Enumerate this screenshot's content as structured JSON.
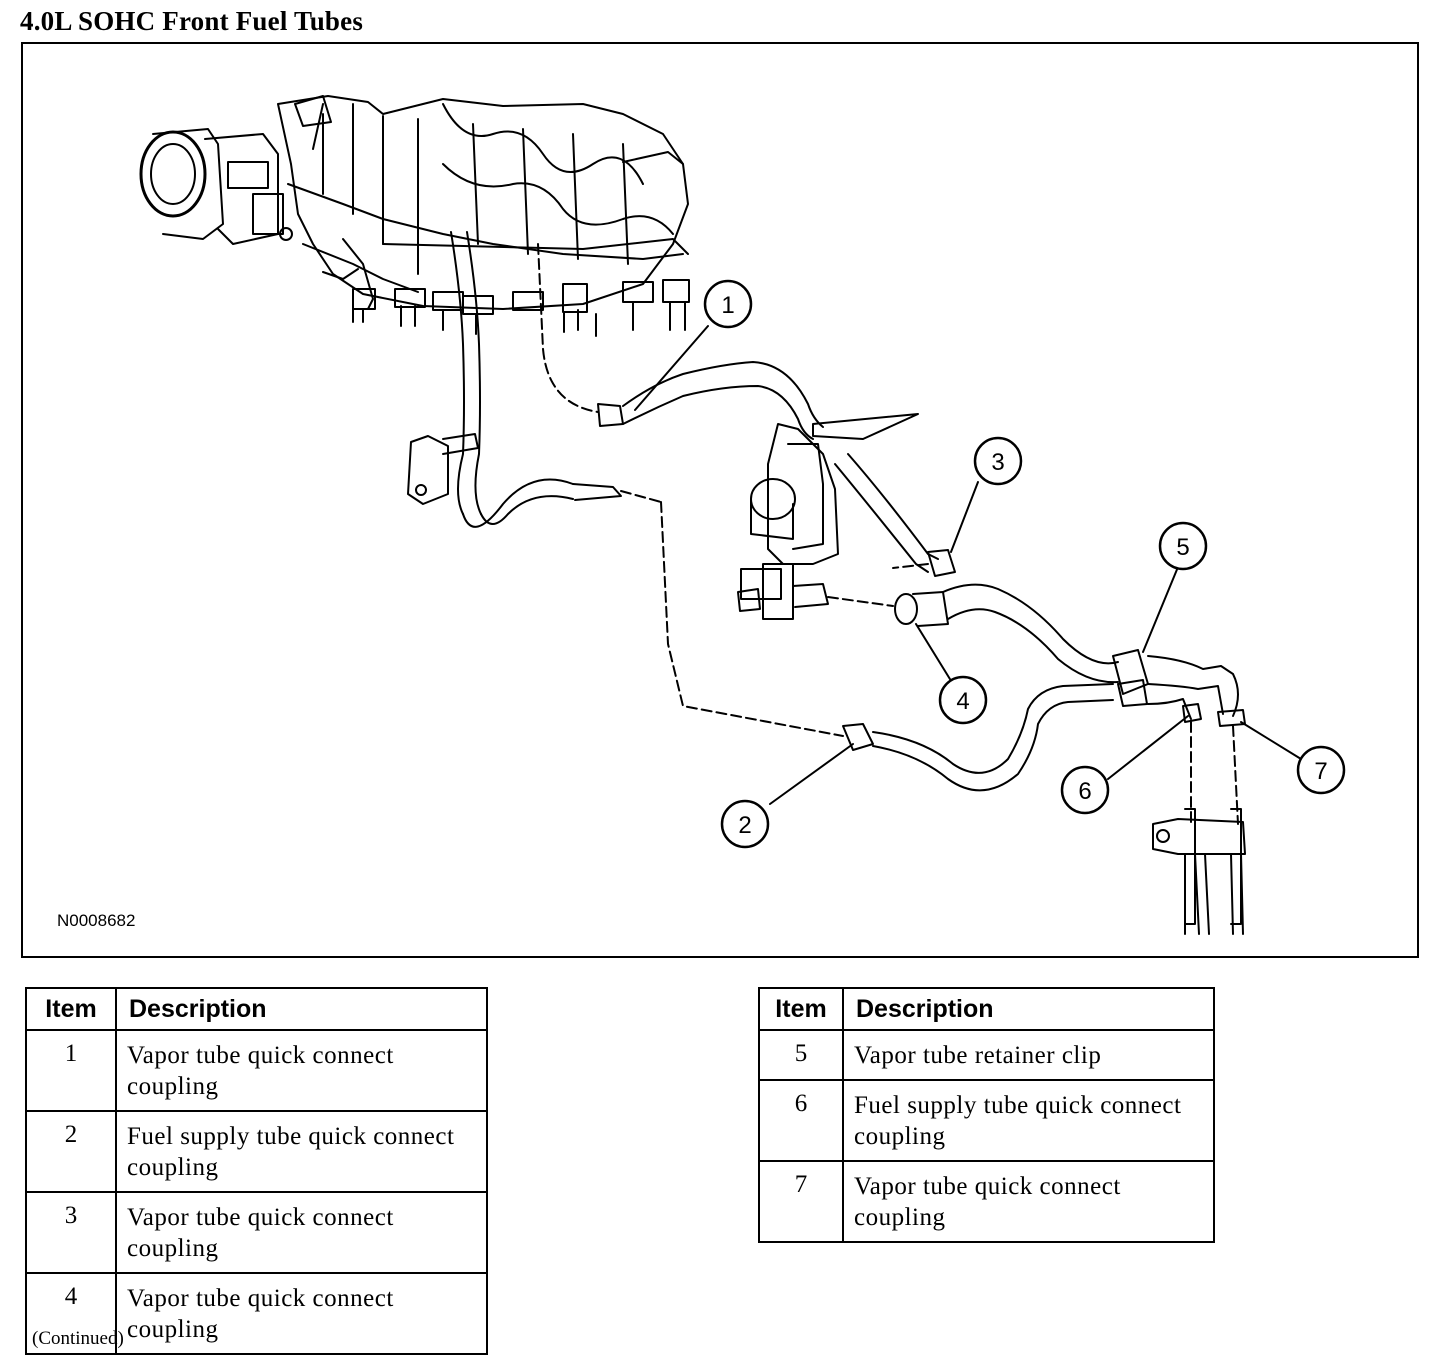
{
  "title": "4.0L SOHC Front Fuel Tubes",
  "figure": {
    "id_label": "N0008682",
    "callouts": [
      "1",
      "2",
      "3",
      "4",
      "5",
      "6",
      "7"
    ]
  },
  "table_left": {
    "headers": {
      "item": "Item",
      "description": "Description"
    },
    "rows": [
      {
        "item": "1",
        "description": "Vapor tube quick connect coupling"
      },
      {
        "item": "2",
        "description": "Fuel supply tube quick connect coupling"
      },
      {
        "item": "3",
        "description": "Vapor tube quick connect coupling"
      },
      {
        "item": "4",
        "description": "Vapor tube quick connect coupling"
      }
    ]
  },
  "table_right": {
    "headers": {
      "item": "Item",
      "description": "Description"
    },
    "rows": [
      {
        "item": "5",
        "description": "Vapor tube retainer clip"
      },
      {
        "item": "6",
        "description": "Fuel supply tube quick connect coupling"
      },
      {
        "item": "7",
        "description": "Vapor tube quick connect coupling"
      }
    ]
  },
  "continued": "(Continued)"
}
